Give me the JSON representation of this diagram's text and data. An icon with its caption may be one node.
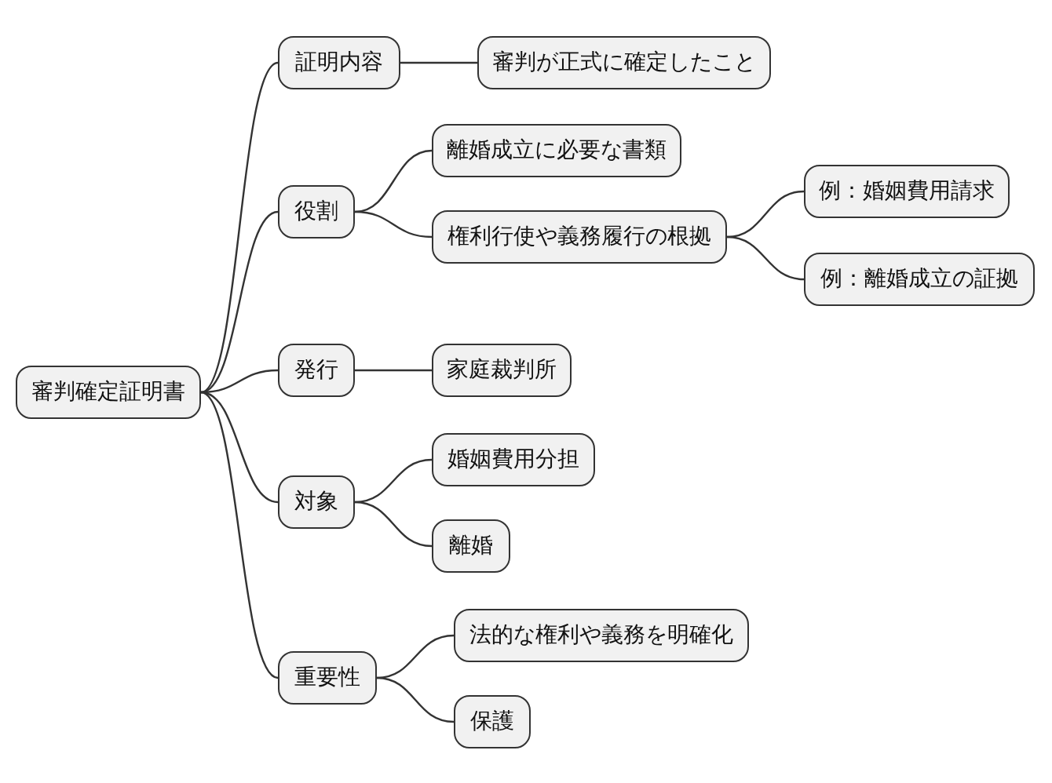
{
  "diagram": {
    "nodes": [
      {
        "text": [
          "審判確定証明書"
        ]
      },
      {
        "text": [
          "証明内容"
        ]
      },
      {
        "text": [
          "審判が正式に確定したこと"
        ]
      },
      {
        "text": [
          "役割"
        ]
      },
      {
        "text": [
          "離婚成立に必要な書類"
        ]
      },
      {
        "text": [
          "権利行使や義務履行の根拠"
        ]
      },
      {
        "text": [
          "例：婚姻費用請求"
        ]
      },
      {
        "text": [
          "例：離婚成立の証拠"
        ]
      },
      {
        "text": [
          "発行"
        ]
      },
      {
        "text": [
          "家庭裁判所"
        ]
      },
      {
        "text": [
          "対象"
        ]
      },
      {
        "text": [
          "婚姻費用分担"
        ]
      },
      {
        "text": [
          "離婚"
        ]
      },
      {
        "text": [
          "重要性"
        ]
      },
      {
        "text": [
          "法的な権利や義務を明確化"
        ]
      },
      {
        "text": [
          "保護"
        ]
      }
    ],
    "edges": [
      {
        "from": 0,
        "to": 1,
        "arrow": "none"
      },
      {
        "from": 1,
        "to": 2,
        "arrow": "none"
      },
      {
        "from": 0,
        "to": 3,
        "arrow": "none"
      },
      {
        "from": 3,
        "to": 4,
        "arrow": "none"
      },
      {
        "from": 3,
        "to": 5,
        "arrow": "none"
      },
      {
        "from": 5,
        "to": 6,
        "arrow": "none"
      },
      {
        "from": 5,
        "to": 7,
        "arrow": "none"
      },
      {
        "from": 0,
        "to": 8,
        "arrow": "none"
      },
      {
        "from": 8,
        "to": 9,
        "arrow": "none"
      },
      {
        "from": 0,
        "to": 10,
        "arrow": "none"
      },
      {
        "from": 10,
        "to": 11,
        "arrow": "none"
      },
      {
        "from": 10,
        "to": 12,
        "arrow": "none"
      },
      {
        "from": 0,
        "to": 13,
        "arrow": "none"
      },
      {
        "from": 13,
        "to": 14,
        "arrow": "none"
      },
      {
        "from": 13,
        "to": 15,
        "arrow": "none"
      }
    ]
  }
}
